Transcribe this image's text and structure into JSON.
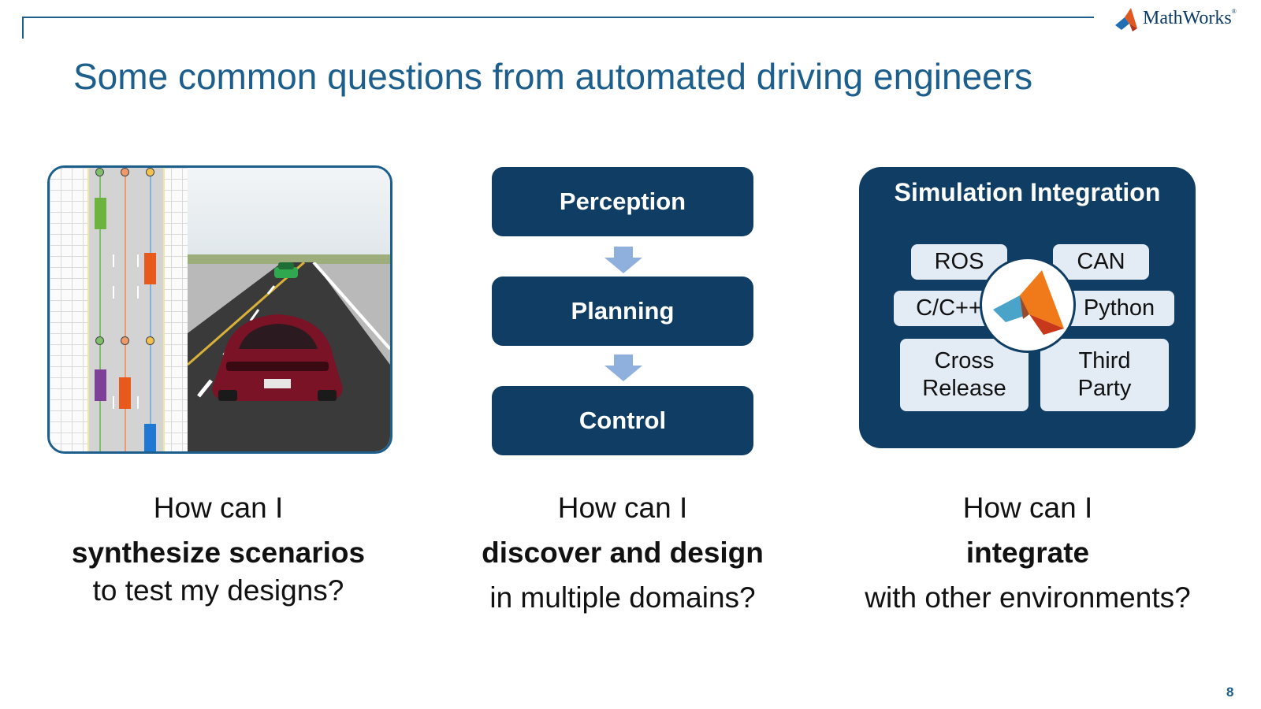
{
  "slide": {
    "title": "Some common questions from automated driving engineers",
    "logo_text": "MathWorks",
    "logo_mark": "®",
    "page_number": "8"
  },
  "flow": {
    "steps": [
      "Perception",
      "Planning",
      "Control"
    ]
  },
  "integration": {
    "title": "Simulation Integration",
    "items": [
      "ROS",
      "CAN",
      "C/C++",
      "Python",
      "Cross\nRelease",
      "Third\nParty"
    ]
  },
  "captions": [
    {
      "line1": "How can I",
      "emphasis": "synthesize scenarios",
      "line3": "to test my designs?"
    },
    {
      "line1": "How can I",
      "emphasis": "discover and design",
      "line3": "in multiple domains?"
    },
    {
      "line1": "How can I",
      "emphasis": "integrate",
      "line3": "with other environments?"
    }
  ],
  "colors": {
    "accent": "#1c5e8c",
    "panel": "#0f3d63",
    "pill": "#e3ebf5"
  },
  "icons": [
    "matlab-membrane-icon",
    "down-arrow-icon",
    "mathworks-logo-icon"
  ]
}
